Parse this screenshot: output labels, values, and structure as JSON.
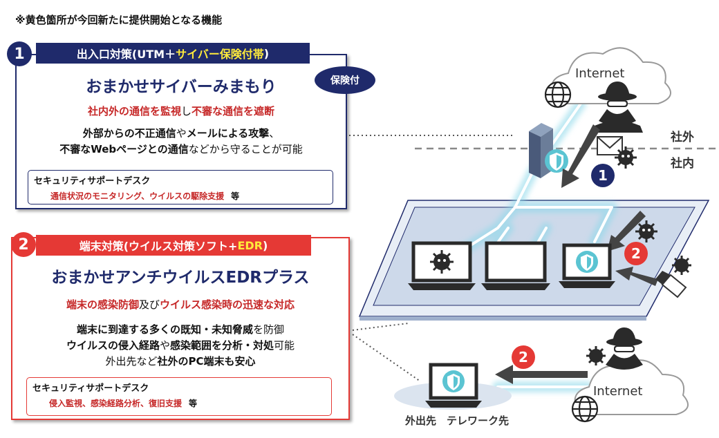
{
  "note": "※黄色箇所が今回新たに提供開始となる機能",
  "section1": {
    "number": "1",
    "header_part1": "出入口対策(UTM＋",
    "header_yellow": "サイバー保険付帯",
    "header_part2": ")",
    "badge": "保険付",
    "title": "おまかせサイバーみまもり",
    "red_text_a": "社内外の通信を監視",
    "red_text_b": "し",
    "red_text_c": "不審な通信を遮断",
    "desc1_a": "外部からの不正通信",
    "desc1_b": "や",
    "desc1_c": "メールによる攻撃",
    "desc1_d": "、",
    "desc2_a": "不審なWebページとの通信",
    "desc2_b": "などから守ることが可能",
    "desk_title": "セキュリティサポートデスク",
    "desk_items": "通信状況のモニタリング、ウイルスの駆除支援",
    "desk_etc": "等"
  },
  "section2": {
    "number": "2",
    "header_part1": "端末対策(ウイルス対策ソフト+",
    "header_yellow": "EDR",
    "header_part2": ")",
    "title": "おまかせアンチウイルスEDRプラス",
    "red_text_a": "端末の感染防御",
    "red_text_b": "及び",
    "red_text_c": "ウイルス感染時の迅速な対応",
    "desc1_a": "端末に到達する多くの既知・未知脅威",
    "desc1_b": "を防御",
    "desc2_a": "ウイルスの侵入経路",
    "desc2_b": "や",
    "desc2_c": "感染範囲を分析・対処",
    "desc2_d": "可能",
    "desc3_a": "外出先など",
    "desc3_b": "社外のPC端末も安心",
    "desk_title": "セキュリティサポートデスク",
    "desk_items": "侵入監視、感染経路分析、復旧支援",
    "desk_etc": "等"
  },
  "diagram": {
    "internet_top": "Internet",
    "internet_bottom": "Internet",
    "outside": "社外",
    "inside": "社内",
    "marker_1": "1",
    "marker_2a": "2",
    "marker_2b": "2",
    "remote_label": "外出先　テレワーク先"
  },
  "colors": {
    "navy": "#1f2a6b",
    "red": "#e53935",
    "yellow": "#ffeb3b",
    "text_red": "#c62828"
  }
}
